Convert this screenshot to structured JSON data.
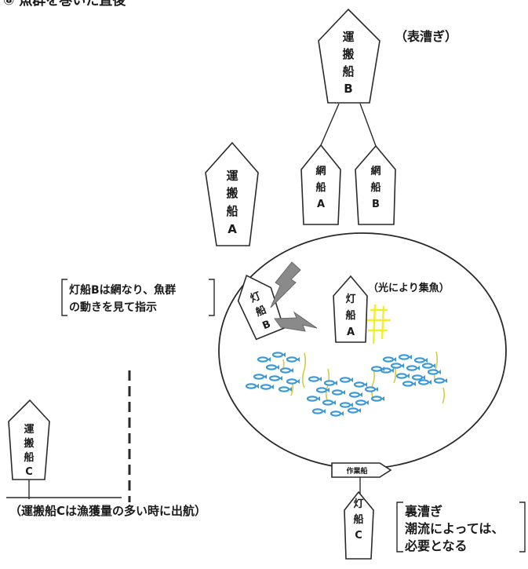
{
  "title": "⑧ 魚群を巻いた直後",
  "note_front": "（表漕ぎ）",
  "ships": {
    "carrier_b": [
      "運",
      "搬",
      "船",
      "B"
    ],
    "net_a": [
      "網",
      "船",
      "A"
    ],
    "net_b": [
      "網",
      "船",
      "B"
    ],
    "carrier_a": [
      "運",
      "搬",
      "船",
      "A"
    ],
    "light_b": [
      "灯",
      "船",
      "B"
    ],
    "light_a": [
      "灯",
      "船",
      "A"
    ],
    "carrier_c": [
      "運",
      "搬",
      "船",
      "C"
    ],
    "light_c": [
      "灯",
      "船",
      "C"
    ],
    "work_boat": "作業船"
  },
  "notes": {
    "light_a": "（光により集魚）",
    "light_b": [
      "灯船Bは網なり、魚群",
      "の動きを見て指示"
    ],
    "carrier_c": "（運搬船Cは漁獲量の多い時に出航）",
    "back_row": [
      "裏漕ぎ",
      "潮流によっては、",
      "必要となる"
    ]
  },
  "colors": {
    "fish": "#3a9ad8",
    "light": "#f4ee2a",
    "weed": "#d4c94a",
    "bolt": "#8a8a8a"
  }
}
